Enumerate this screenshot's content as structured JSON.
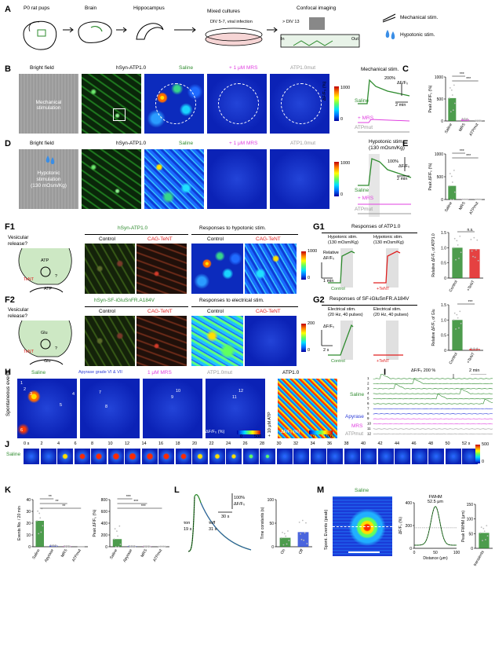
{
  "panels": {
    "A": "A",
    "B": "B",
    "C": "C",
    "D": "D",
    "E": "E",
    "F1": "F1",
    "F2": "F2",
    "G1": "G1",
    "G2": "G2",
    "H": "H",
    "I": "I",
    "J": "J",
    "K": "K",
    "L": "L",
    "M": "M"
  },
  "colors": {
    "saline": "#2e8b2e",
    "mrs": "#e040e0",
    "mut": "#999999",
    "apyrase": "#2a3ad8",
    "tent": "#e02020"
  },
  "a": {
    "pups": "P0 rat pups",
    "brain": "Brain",
    "hippocampus": "Hippocampus",
    "mixed": "Mixed cultures",
    "div57": "DIV 5-7, viral infection",
    "confocal": "Confocal imaging",
    "div13": "> DIV 13",
    "in": "In",
    "out": "Out",
    "mech": "Mechanical stim.",
    "hypo": "Hypotonic stim."
  },
  "b": {
    "bright": "Bright field",
    "hsyn": "hSyn-ATP1.0",
    "saline": "Saline",
    "mrs": "+ 1 μM MRS",
    "mut": "ATP1.0mut",
    "mech_text": "Mechanical stimulation",
    "cb_max": "1000",
    "cb_min": "0",
    "cb_label": "ΔF/F₀ (%)"
  },
  "c": {
    "title": "Mechanical stim.",
    "saline": "Saline",
    "mrs": "+ MRS",
    "mut": "ATPmut",
    "scale_y": "200%",
    "scale_y_unit": "ΔF/F₀",
    "scale_x": "2 min",
    "ylabel": "Peak ΔF/F₀ (%)",
    "y_ticks": [
      "0",
      "500",
      "1000"
    ],
    "x_cats": [
      "Saline",
      "MRS",
      "ATPmut"
    ],
    "sig1": "***",
    "sig2": "***"
  },
  "d": {
    "bright": "Bright field",
    "hsyn": "hSyn-ATP1.0",
    "saline": "Saline",
    "mrs": "+ 1 μM MRS",
    "mut": "ATP1.0mut",
    "hypo_text1": "Hypotonic",
    "hypo_text2": "stimulation",
    "hypo_text3": "(130 mOsm/Kg)",
    "cb_max": "1000",
    "cb_min": "0",
    "cb_label": "ΔF/F₀ (%)"
  },
  "e": {
    "title1": "Hypotonic stim.",
    "title2": "(130 mOsm/Kg)",
    "saline": "Saline",
    "mrs": "+ MRS",
    "mut": "ATPmut",
    "scale_y": "100%",
    "scale_y_unit": "ΔF/F₀",
    "scale_x": "2 min",
    "ylabel": "Peak ΔF/F₀ (%)",
    "y_ticks": [
      "0",
      "500",
      "1000"
    ],
    "x_cats": [
      "Saline",
      "MRS",
      "ATPmut"
    ],
    "sig1": "***",
    "sig2": "***"
  },
  "f1": {
    "q1": "Vesicular",
    "q2": "release?",
    "atp": "ATP",
    "tent": "TeNT",
    "qmark": "?",
    "atp2": "ATP",
    "header1": "hSyn-ATP1.0",
    "header2": "Responses to hypotonic stim.",
    "control": "Control",
    "cag": "CAG-TeNT",
    "control2": "Control",
    "cag2": "CAG-TeNT",
    "cb_max": "1000",
    "cb_min": "0",
    "cb_label": "ΔF/F₀"
  },
  "g1": {
    "title": "Responses of ATP1.0",
    "stim1": "Hypotonic stim.",
    "stim1b": "(130 mOsm/Kg)",
    "stim2": "Hypotonic stim.",
    "stim2b": "(130 mOsm/Kg)",
    "relative": "Relative",
    "ab": "ΔF/F₀",
    "min": "1 min",
    "control": "Control",
    "tent": "+TeNT",
    "ylabel": "Relative ΔF/F₀ of ATP1.0",
    "y_ticks": [
      "0",
      "0.5",
      "1.0",
      "1.5"
    ],
    "x_cats": [
      "Control",
      "+TeNT"
    ],
    "sig": "n.s."
  },
  "f2": {
    "q1": "Vesicular",
    "q2": "release?",
    "glu": "Glu",
    "tent": "TeNT",
    "qmark": "?",
    "glu2": "Glu",
    "header1": "hSyn-SF-iGluSnFR.A184V",
    "header2": "Responses to electrical stim.",
    "control": "Control",
    "cag": "CAG-TeNT",
    "control2": "Control",
    "cag2": "CAG-TeNT",
    "cb_max": "200",
    "cb_min": "0",
    "cb_label": "ΔF/F₀ (%)"
  },
  "g2": {
    "title": "Responses of SF-iGluSnFR.A184V",
    "stim1": "Electrical stim.",
    "stim1b": "(20 Hz, 40 pulses)",
    "stim2": "Electrical stim.",
    "stim2b": "(20 Hz, 40 pulses)",
    "scale_y": "ΔF/F₀",
    "s2": "2 s",
    "control": "Control",
    "tent": "+TeNT",
    "ylabel": "Relative ΔF/F₀ of Glu",
    "y_ticks": [
      "0",
      "0.5",
      "1.0",
      "1.5"
    ],
    "x_cats": [
      "Control",
      "+TeNT"
    ],
    "sig": "***"
  },
  "h": {
    "side": "Spontaneous events",
    "saline": "Saline",
    "apyrase": "Apyrase grade VI & VII",
    "mrs": "1 μM MRS",
    "mut": "ATP1.0mut",
    "atp": "ATP1.0",
    "plus_atp": "+ 10 μM ATP",
    "n1": "1",
    "n2": "2",
    "n3": "3",
    "n4": "4",
    "n5": "5",
    "n6": "6",
    "n7": "7",
    "n8": "8",
    "n9": "9",
    "n10": "10",
    "n11": "11",
    "n12": "12",
    "cb1_min": "0",
    "cb1_max": "500",
    "cb1_label": "ΔF/F₀ (%)",
    "cb2_min": "0",
    "cb2_max": "1000",
    "cb2_label": "ΔF/F₀ (%)"
  },
  "i": {
    "scale": "ΔF/F₀ 200 %",
    "min": "2 min",
    "saline": "Saline",
    "apyrase": "Apyrase",
    "mrs": "MRS",
    "mut": "ATPmut",
    "rows": [
      "1",
      "2",
      "3",
      "4",
      "5",
      "6",
      "7",
      "8",
      "9",
      "10",
      "11",
      "12"
    ]
  },
  "j": {
    "label": "Saline",
    "times": [
      "0 s",
      "2",
      "4",
      "6",
      "8",
      "10",
      "12",
      "14",
      "16",
      "18",
      "20",
      "22",
      "24",
      "26",
      "28",
      "30",
      "32",
      "34",
      "36",
      "38",
      "40",
      "42",
      "44",
      "46",
      "48",
      "50",
      "52 s"
    ],
    "cb_max": "500",
    "cb_min": "0",
    "cb_label": "ΔF/F₀ (%)"
  },
  "k": {
    "ylabel1": "Events No. / 20 min",
    "y1_ticks": [
      "0",
      "10",
      "20",
      "30",
      "40"
    ],
    "ylabel2": "Peak ΔF/F₀ (%)",
    "y2_ticks": [
      "0",
      "200",
      "400",
      "600",
      "800"
    ],
    "x_cats": [
      "Saline",
      "Apyrase",
      "MRS",
      "ATPmut"
    ],
    "sig": [
      "**",
      "**",
      "**"
    ],
    "sig2": [
      "***",
      "***",
      "***"
    ],
    "events_values": [
      22,
      1,
      0.5,
      0
    ],
    "peak_values": [
      130,
      10,
      8,
      5
    ]
  },
  "l": {
    "scale_y": "100%",
    "scale_y_unit": "ΔF/F₀",
    "scale_x": "30 s",
    "ton": "τon",
    "ton_val": "19 s",
    "toff": "τoff",
    "toff_val": "31 s",
    "ylabel": "Time constants (s)",
    "y_ticks": [
      "0",
      "50",
      "100"
    ],
    "x_cats": [
      "On",
      "Off"
    ],
    "values": [
      19,
      31
    ]
  },
  "m": {
    "label": "Saline",
    "side": "Spont. Events (peak)",
    "fwhm": "FWHM",
    "fwhm_val": "52.5 μm",
    "ylabel": "ΔF/F₀ (%)",
    "y_ticks": [
      "0",
      "200",
      "400"
    ],
    "xlabel": "Distance (μm)",
    "x_ticks": [
      "0",
      "50",
      "100"
    ],
    "ylabel2": "Peak FWHM (μm)",
    "y2_ticks": [
      "0",
      "50",
      "100",
      "150"
    ],
    "x2_cat": "Spon. transients",
    "fwhm_mean": 52.5
  }
}
